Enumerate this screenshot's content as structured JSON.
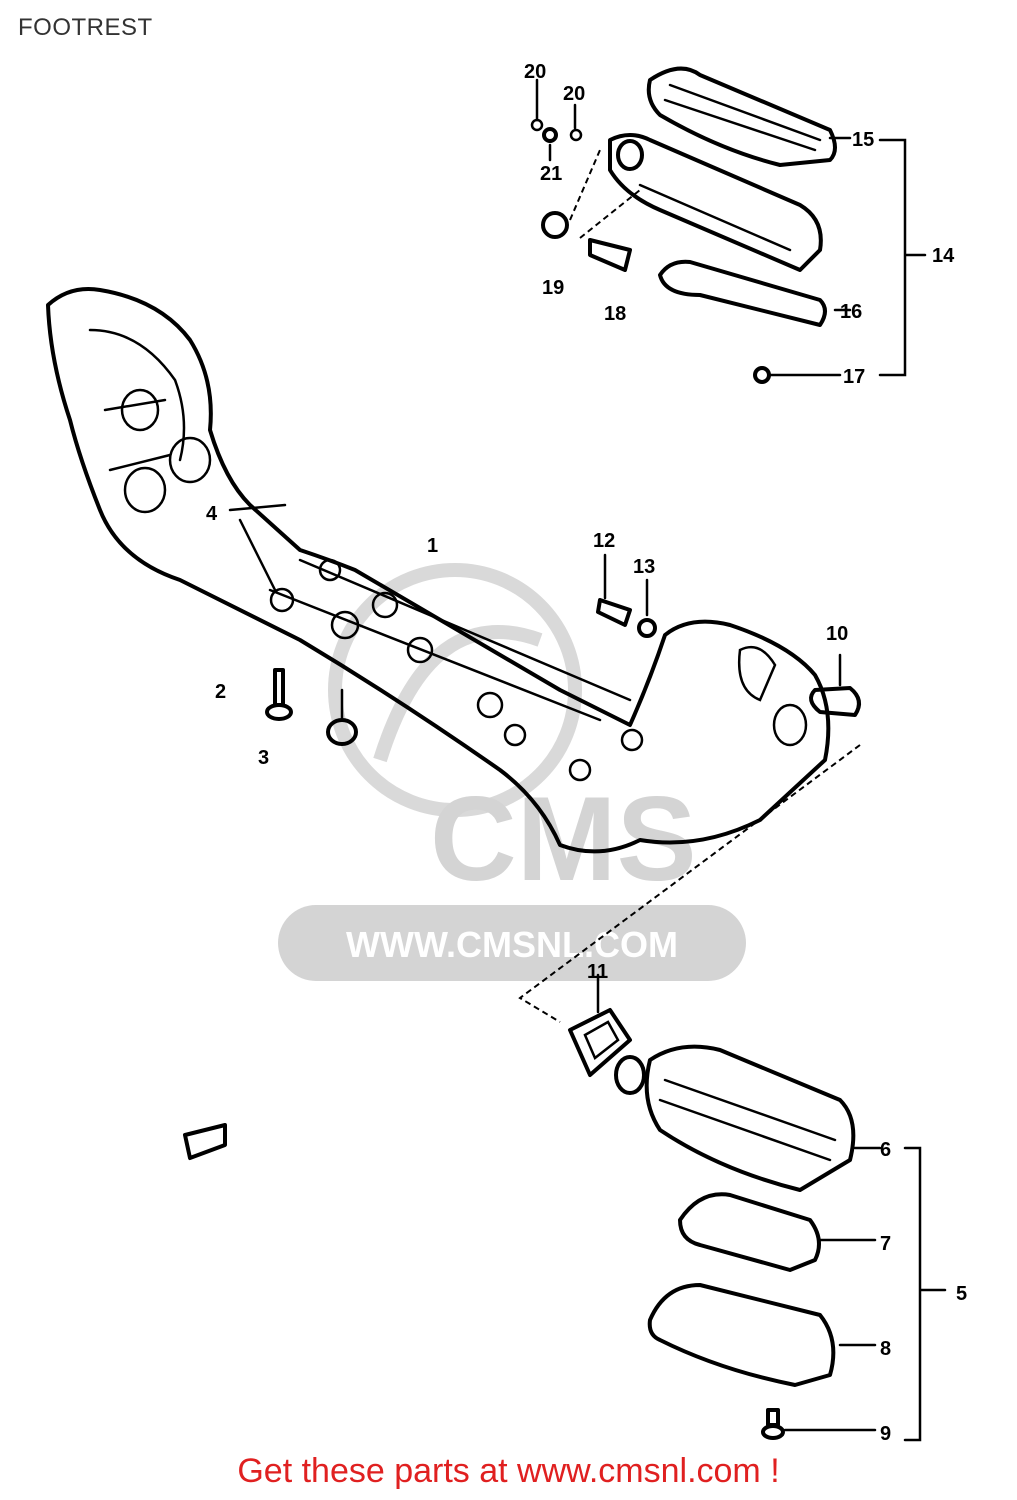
{
  "title": "FOOTREST",
  "watermark": "WWW.CMSNL.COM",
  "watermark_logo": "CMS",
  "footer": "Get these parts at www.cmsnl.com !",
  "labels": {
    "p1": "1",
    "p2": "2",
    "p3": "3",
    "p4": "4",
    "p5": "5",
    "p6": "6",
    "p7": "7",
    "p8": "8",
    "p9": "9",
    "p10": "10",
    "p11": "11",
    "p12": "12",
    "p13": "13",
    "p14": "14",
    "p15": "15",
    "p16": "16",
    "p17": "17",
    "p18": "18",
    "p19": "19",
    "p20a": "20",
    "p20b": "20",
    "p21": "21"
  },
  "colors": {
    "footer_text": "#e02020",
    "watermark": "#d4d4d4",
    "line": "#000000"
  }
}
